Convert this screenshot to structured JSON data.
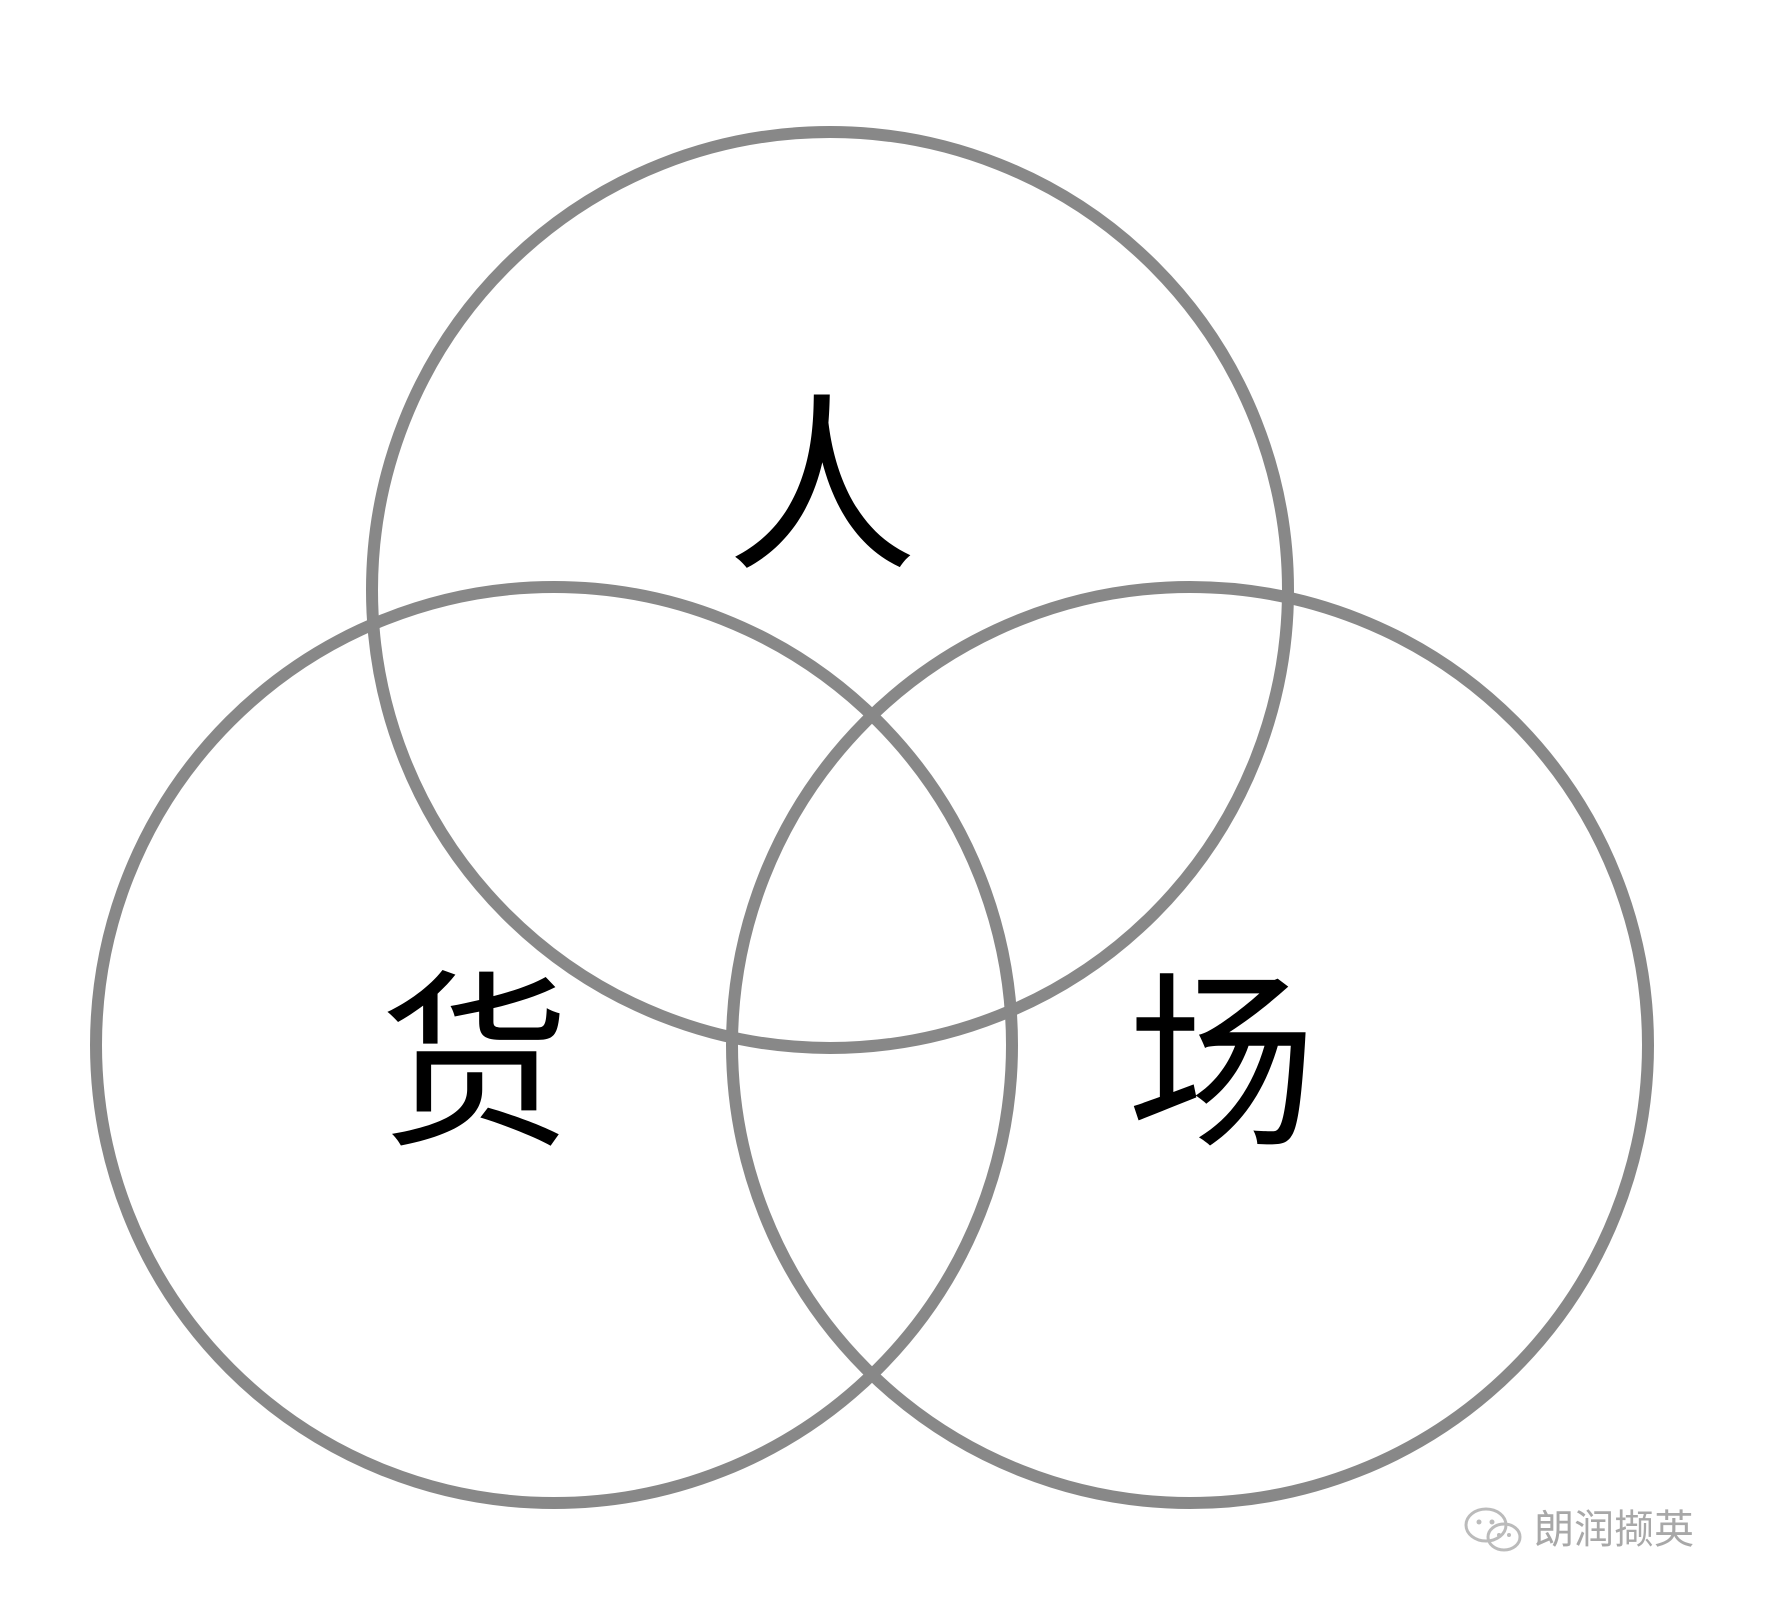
{
  "diagram": {
    "type": "venn",
    "sets": [
      {
        "label": "人"
      },
      {
        "label": "货"
      },
      {
        "label": "场"
      }
    ]
  },
  "watermark": {
    "icon": "wechat-icon",
    "text": "朗润撷英"
  },
  "colors": {
    "background": "#ffffff",
    "circle_stroke": "#888888",
    "label_text": "#000000",
    "watermark_text": "#9a9a9a",
    "watermark_icon": "#b0b0b0"
  }
}
